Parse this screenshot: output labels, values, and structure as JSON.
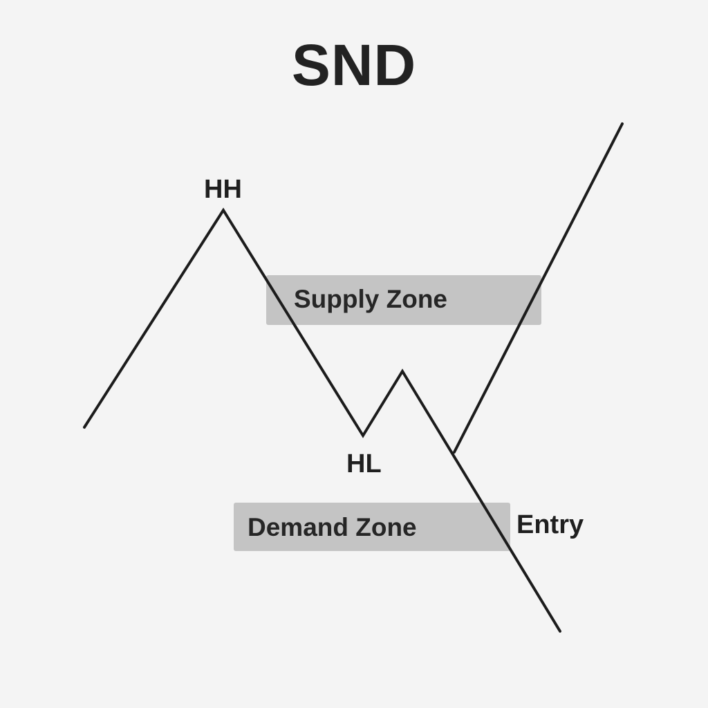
{
  "diagram": {
    "title": "SND",
    "labels": {
      "hh": "HH",
      "hl": "HL",
      "entry": "Entry"
    },
    "zones": {
      "supply": "Supply Zone",
      "demand": "Demand Zone"
    },
    "colors": {
      "background": "#f4f4f4",
      "zone_fill": "#c4c4c4",
      "line": "#1c1c1c",
      "text": "#1f1f1f"
    }
  }
}
